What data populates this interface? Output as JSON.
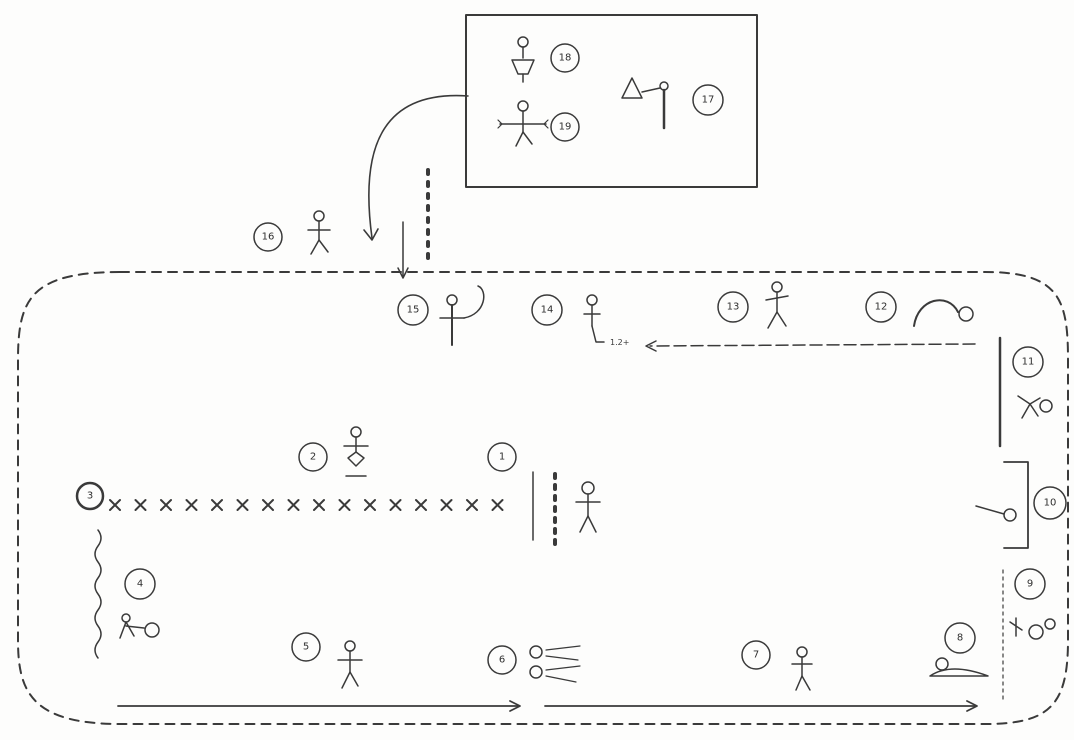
{
  "diagram": {
    "type": "station-course-sketch",
    "ink_color": "#3a3a3a",
    "paper_color": "#fdfdfc",
    "stations": [
      {
        "id": "s1",
        "label": "1",
        "figure": "standing-person-figure"
      },
      {
        "id": "s2",
        "label": "2",
        "figure": "person-on-stand-figure"
      },
      {
        "id": "s3",
        "label": "3",
        "figure": "cross-row-marker"
      },
      {
        "id": "s4",
        "label": "4",
        "figure": "person-pushing-ball-figure"
      },
      {
        "id": "s5",
        "label": "5",
        "figure": "walking-person-figure"
      },
      {
        "id": "s6",
        "label": "6",
        "figure": "balls-rolling-figure"
      },
      {
        "id": "s7",
        "label": "7",
        "figure": "walking-person-figure"
      },
      {
        "id": "s8",
        "label": "8",
        "figure": "crawling-person-figure"
      },
      {
        "id": "s9",
        "label": "9",
        "figure": "throwing-person-figure"
      },
      {
        "id": "s10",
        "label": "10",
        "figure": "person-at-frame-figure"
      },
      {
        "id": "s11",
        "label": "11",
        "figure": "kicking-person-figure"
      },
      {
        "id": "s12",
        "label": "12",
        "figure": "ball-arc-figure"
      },
      {
        "id": "s13",
        "label": "13",
        "figure": "jumping-person-figure"
      },
      {
        "id": "s14",
        "label": "14",
        "figure": "hopping-person-figure"
      },
      {
        "id": "s15",
        "label": "15",
        "figure": "person-with-hoop-figure"
      },
      {
        "id": "s16",
        "label": "16",
        "figure": "walking-person-figure"
      },
      {
        "id": "s17",
        "label": "17",
        "figure": "target-throw-figure"
      },
      {
        "id": "s18",
        "label": "18",
        "figure": "person-on-stand-figure"
      },
      {
        "id": "s19",
        "label": "19",
        "figure": "balancing-person-figure"
      }
    ]
  }
}
